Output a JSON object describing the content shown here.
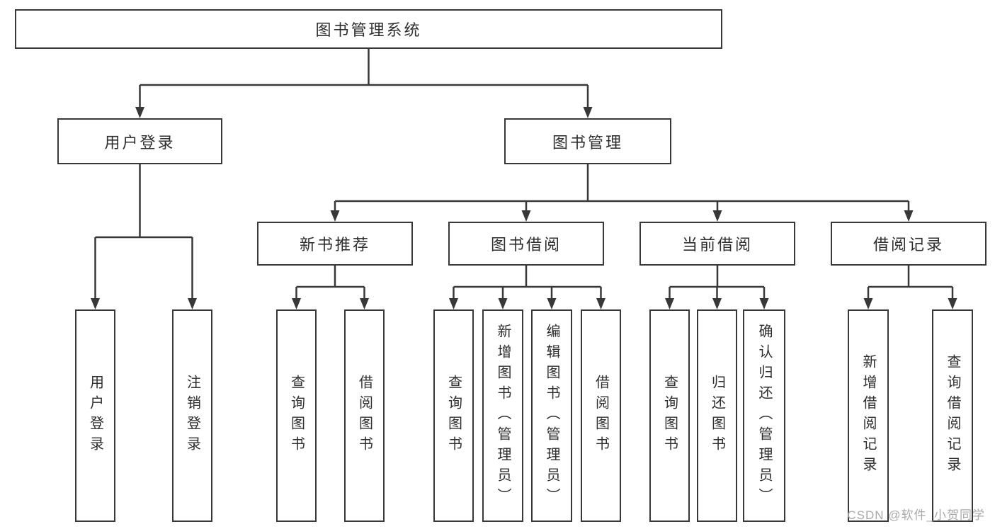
{
  "colors": {
    "line": "#383838",
    "text": "#2e2e2e",
    "watermark": "#a9a9a9",
    "background": "#ffffff"
  },
  "watermark": "CSDN @软件_小贺同学",
  "tree": {
    "label": "图书管理系统",
    "children": [
      {
        "label": "用户登录",
        "children": [
          {
            "label": "用户登录"
          },
          {
            "label": "注销登录"
          }
        ]
      },
      {
        "label": "图书管理",
        "children": [
          {
            "label": "新书推荐",
            "children": [
              {
                "label": "查询图书"
              },
              {
                "label": "借阅图书"
              }
            ]
          },
          {
            "label": "图书借阅",
            "children": [
              {
                "label": "查询图书"
              },
              {
                "label": "新增图书（管理员）"
              },
              {
                "label": "编辑图书（管理员）"
              },
              {
                "label": "借阅图书"
              }
            ]
          },
          {
            "label": "当前借阅",
            "children": [
              {
                "label": "查询图书"
              },
              {
                "label": "归还图书"
              },
              {
                "label": "确认归还（管理员）"
              }
            ]
          },
          {
            "label": "借阅记录",
            "children": [
              {
                "label": "新增借阅记录"
              },
              {
                "label": "查询借阅记录"
              }
            ]
          }
        ]
      }
    ]
  }
}
